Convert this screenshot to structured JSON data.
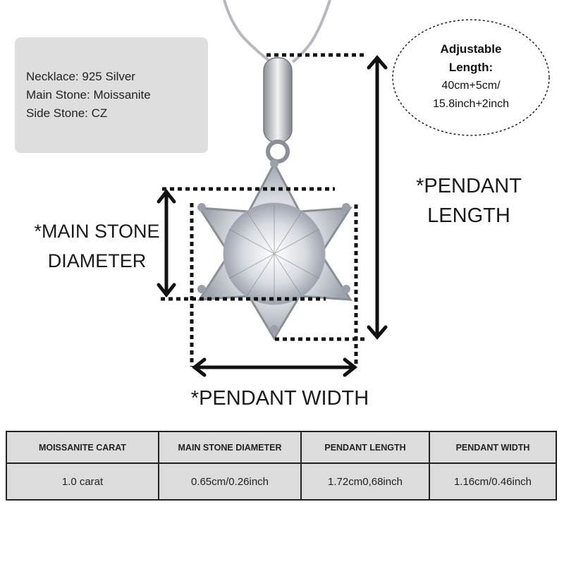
{
  "specs": {
    "necklace": "Necklace: 925 Silver",
    "main_stone": "Main Stone: Moissanite",
    "side_stone": "Side Stone: CZ"
  },
  "adjustable": {
    "title_line1": "Adjustable",
    "title_line2": "Length:",
    "line3": "40cm+5cm/",
    "line4": "15.8inch+2inch"
  },
  "labels": {
    "pendant_length_1": "*PENDANT",
    "pendant_length_2": "LENGTH",
    "main_stone_1": "*MAIN STONE",
    "main_stone_2": "DIAMETER",
    "pendant_width": "*PENDANT WIDTH"
  },
  "table": {
    "headers": [
      "MOISSANITE CARAT",
      "MAIN STONE DIAMETER",
      "PENDANT LENGTH",
      "PENDANT WIDTH"
    ],
    "values": [
      "1.0 carat",
      "0.65cm/0.26inch",
      "1.72cm0,68inch",
      "1.16cm/0.46inch"
    ]
  }
}
